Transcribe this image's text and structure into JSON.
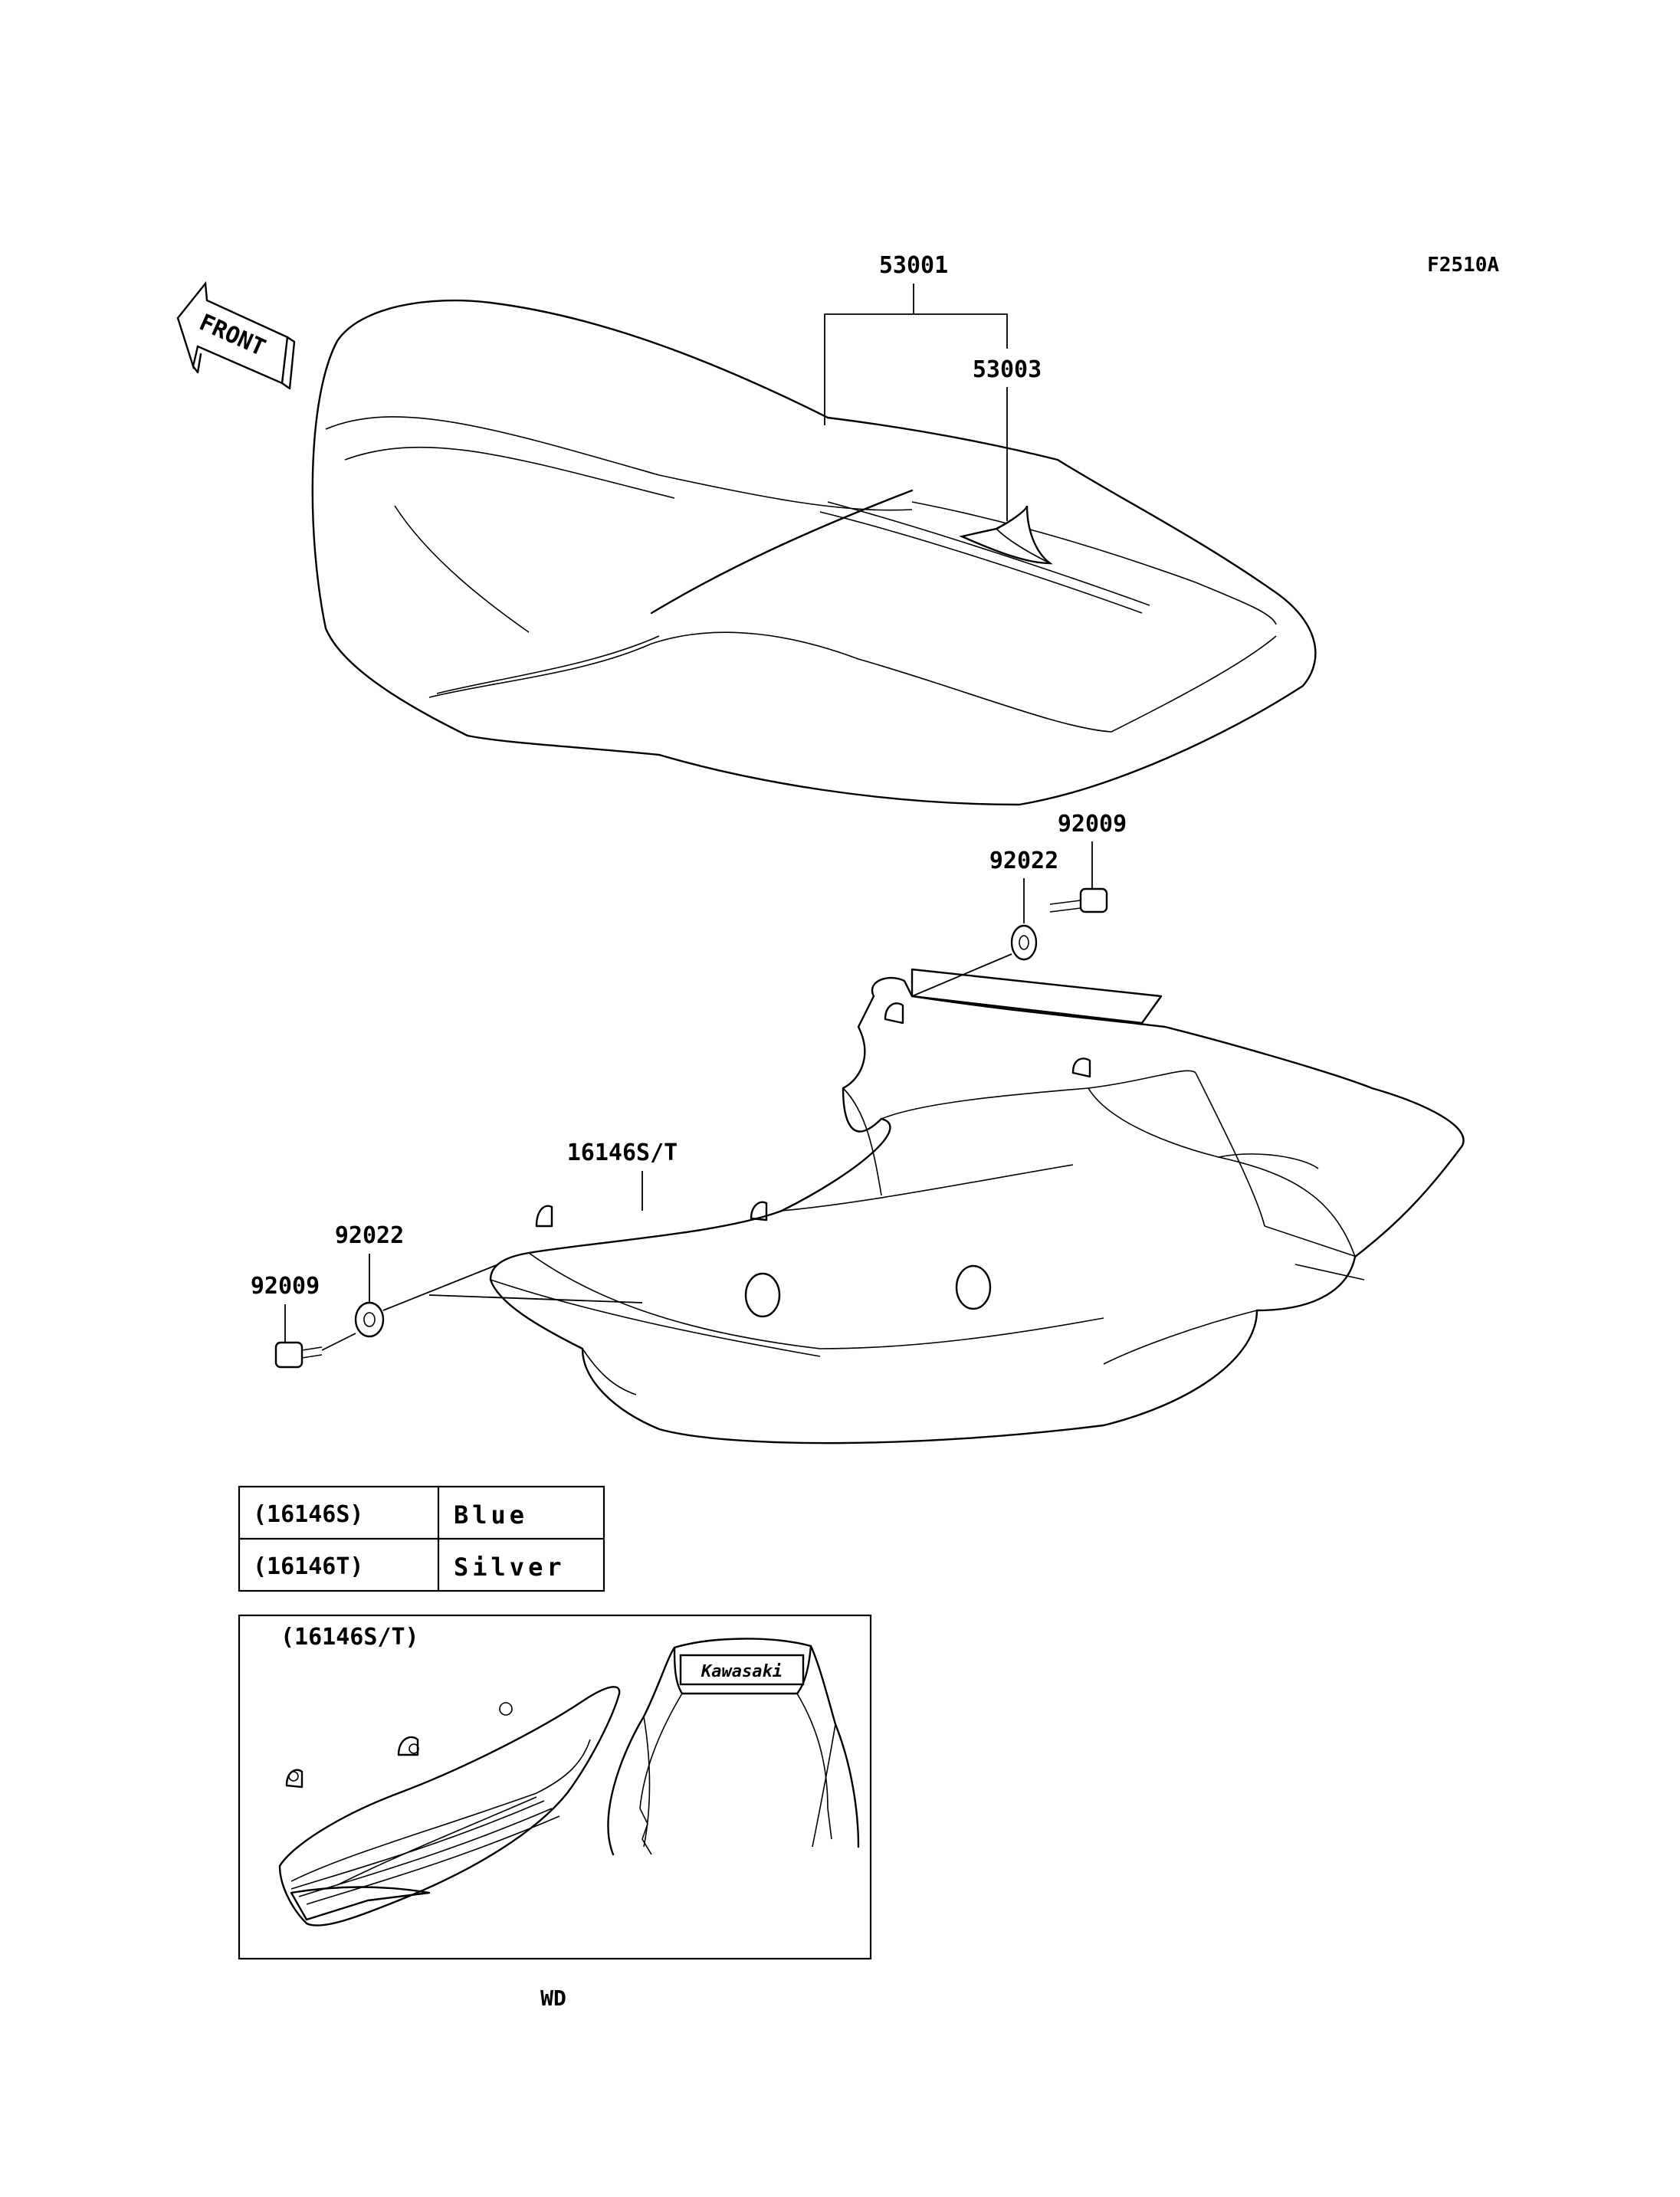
{
  "figure_code": "F2510A",
  "front_arrow_label": "FRONT",
  "callouts": {
    "seat": "53001",
    "seat_cover": "53003",
    "bolt_right": "92009",
    "washer_right": "92022",
    "side_cover": "16146S/T",
    "washer_left": "92022",
    "bolt_left": "92009"
  },
  "color_table": {
    "rows": [
      {
        "part": "(16146S)",
        "color": "Blue"
      },
      {
        "part": "(16146T)",
        "color": "Silver"
      }
    ]
  },
  "inset": {
    "label": "(16146S/T)",
    "logo_text": "Kawasaki"
  },
  "footer_code": "WD"
}
